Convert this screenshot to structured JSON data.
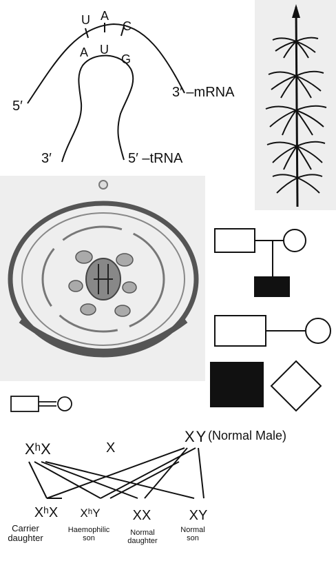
{
  "codon_anticodon": {
    "codon": [
      "U",
      "A",
      "C"
    ],
    "anticodon": [
      "A",
      "U",
      "G"
    ],
    "mrna_five_prime": "5′",
    "mrna_three_prime": "3′ –mRNA",
    "trna_three_prime": "3′",
    "trna_five_prime": "5′ –tRNA"
  },
  "plant_sketch": {
    "icon": "horsetail-plant-icon"
  },
  "cell_division": {
    "icon": "cell-metaphase-icon"
  },
  "pedigree": {
    "icons": [
      "mating-line-symbol",
      "affected-offspring-symbol",
      "marriage-symbol",
      "affected-male-square",
      "sex-unspecified-diamond",
      "consanguineous-mating-symbol"
    ]
  },
  "haemophilia_cross": {
    "mother": "XʰX",
    "cross_symbol": "X",
    "father": "XY",
    "father_label": "(Normal Male)",
    "offspring": [
      {
        "genotype": "XʰX",
        "label": "Carrier daughter"
      },
      {
        "genotype": "XʰY",
        "label": "Haemophilic son"
      },
      {
        "genotype": "XX",
        "label": "Normal daughter"
      },
      {
        "genotype": "XY",
        "label": "Normal son"
      }
    ]
  },
  "colors": {
    "ink": "#111111",
    "paper": "#ffffff",
    "scan_gray": "#eeeeee",
    "filled_symbol": "#111111"
  }
}
